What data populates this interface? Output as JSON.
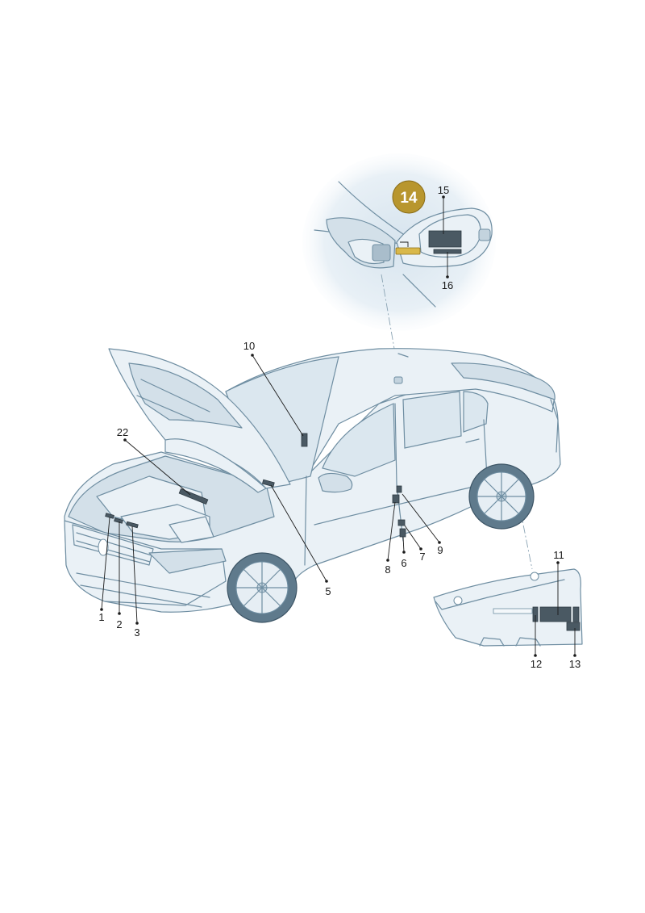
{
  "callouts": {
    "c1": "1",
    "c2": "2",
    "c3": "3",
    "c5": "5",
    "c6": "6",
    "c7": "7",
    "c8": "8",
    "c9": "9",
    "c10": "10",
    "c11": "11",
    "c12": "12",
    "c13": "13",
    "c14": "14",
    "c15": "15",
    "c16": "16",
    "c22": "22"
  },
  "colors": {
    "highlight_badge": "#b8962e",
    "highlight_label": "#d9b84a",
    "line_art": "#6f8ea2",
    "sticker": "#4a5963"
  }
}
